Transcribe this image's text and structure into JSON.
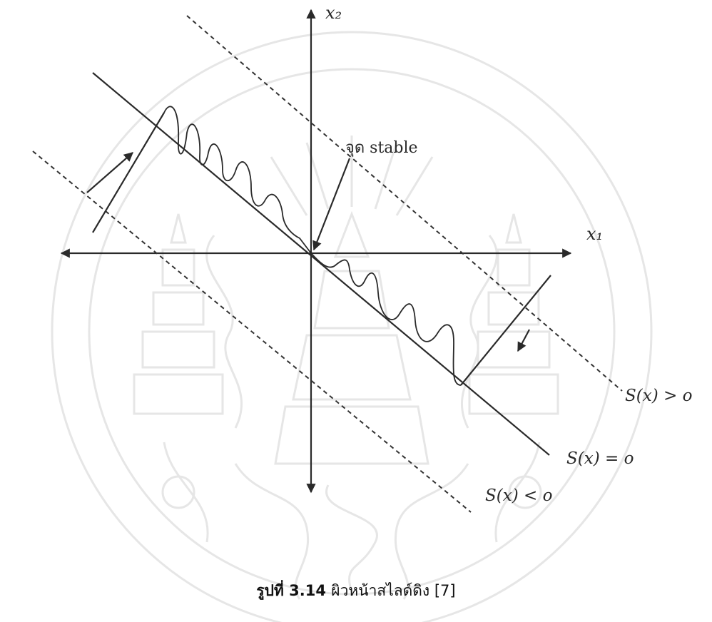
{
  "figure": {
    "axis_x": "x₁",
    "axis_y": "x₂",
    "stable_label": "จุด stable",
    "surface_pos": "S(x) > o",
    "surface_zero": "S(x) = o",
    "surface_neg": "S(x) < o"
  },
  "caption": {
    "number": "รูปที่ 3.14",
    "text": "ผิวหน้าสไลด์ดิง [7]"
  },
  "watermark": {
    "description": "university seal",
    "color": "#e6e6e6"
  }
}
